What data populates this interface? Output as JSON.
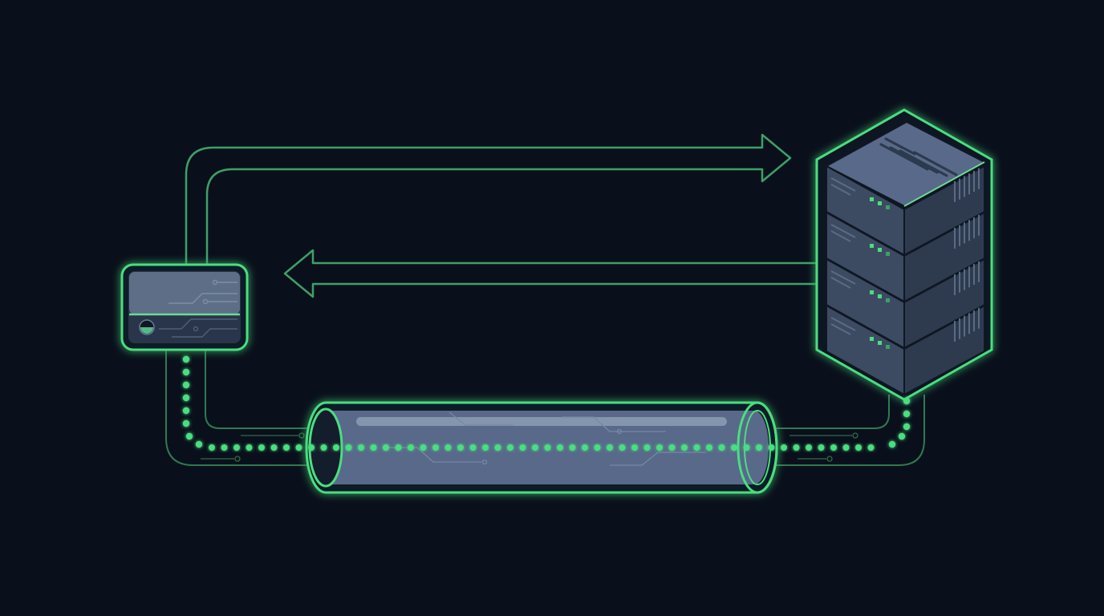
{
  "colors": {
    "background": "#0a101b",
    "accent": "#4ade80",
    "accent_soft": "#3f9f68",
    "glow": "#22c55e",
    "device_fill": "#4a5b73",
    "device_dark": "#2a3648",
    "server_face": "#36455b",
    "server_top": "#56677e",
    "pipe_fill": "#5b6d86"
  },
  "diagram": {
    "nodes": [
      {
        "id": "client",
        "icon": "client-device-icon"
      },
      {
        "id": "server",
        "icon": "server-stack-icon",
        "units": 4
      },
      {
        "id": "tunnel",
        "icon": "tunnel-pipe-icon"
      }
    ],
    "edges": [
      {
        "from": "client",
        "to": "server",
        "style": "double-line-arrow"
      },
      {
        "from": "server",
        "to": "client",
        "style": "double-line-arrow"
      },
      {
        "from": "client",
        "to": "server",
        "via": "tunnel",
        "style": "dotted-data-stream"
      }
    ]
  }
}
